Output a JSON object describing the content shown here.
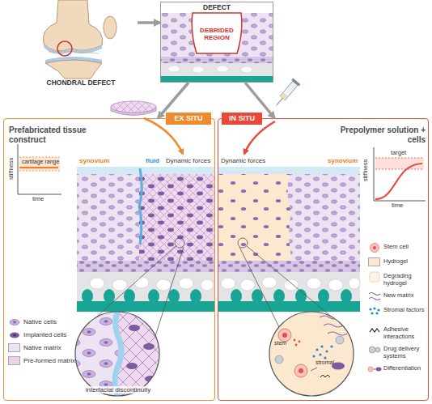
{
  "diagram": {
    "nodes": [
      {
        "text": [
          "CHONDRAL DEFECT"
        ]
      },
      {
        "text": [
          "DEFECT",
          "DEBRIDED REGION"
        ]
      },
      {
        "text": [
          "Prefabricated tissue construct"
        ]
      },
      {
        "text": [
          "EX SITU"
        ],
        "in": 2
      },
      {
        "text": [
          "Prepolymer solution + cells"
        ]
      },
      {
        "text": [
          "IN SITU"
        ],
        "in": 4
      }
    ],
    "edges": [
      {
        "from": 0,
        "to": 1,
        "arrow": "to"
      },
      {
        "from": 1,
        "to": 2,
        "arrow": "to"
      },
      {
        "from": 1,
        "to": 4,
        "arrow": "to"
      }
    ],
    "labels": [
      "synovium",
      "fluid",
      "Dynamic forces",
      "Dynamic forces",
      "synovium",
      "stiffness",
      "cartilage range",
      "time",
      "stiffness",
      "target",
      "time",
      "interfacial discontinuity",
      "stem",
      "stromal"
    ],
    "legend": [
      {
        "text": "Native cells"
      },
      {
        "text": "Implanted cells"
      },
      {
        "text": "Native matrix",
        "color": "#ece4f2"
      },
      {
        "text": "Pre-formed matrix",
        "color": "#ead3ea"
      },
      {
        "text": "Stem cell"
      },
      {
        "text": "Hydrogel",
        "color": "#fbe8cf"
      },
      {
        "text": "Degrading hydrogel"
      },
      {
        "text": "New matrix"
      },
      {
        "text": "Stromal factors"
      },
      {
        "text": "Adhesive interactions"
      },
      {
        "text": "Drug delivery systems"
      },
      {
        "text": "Differentiation"
      }
    ]
  }
}
